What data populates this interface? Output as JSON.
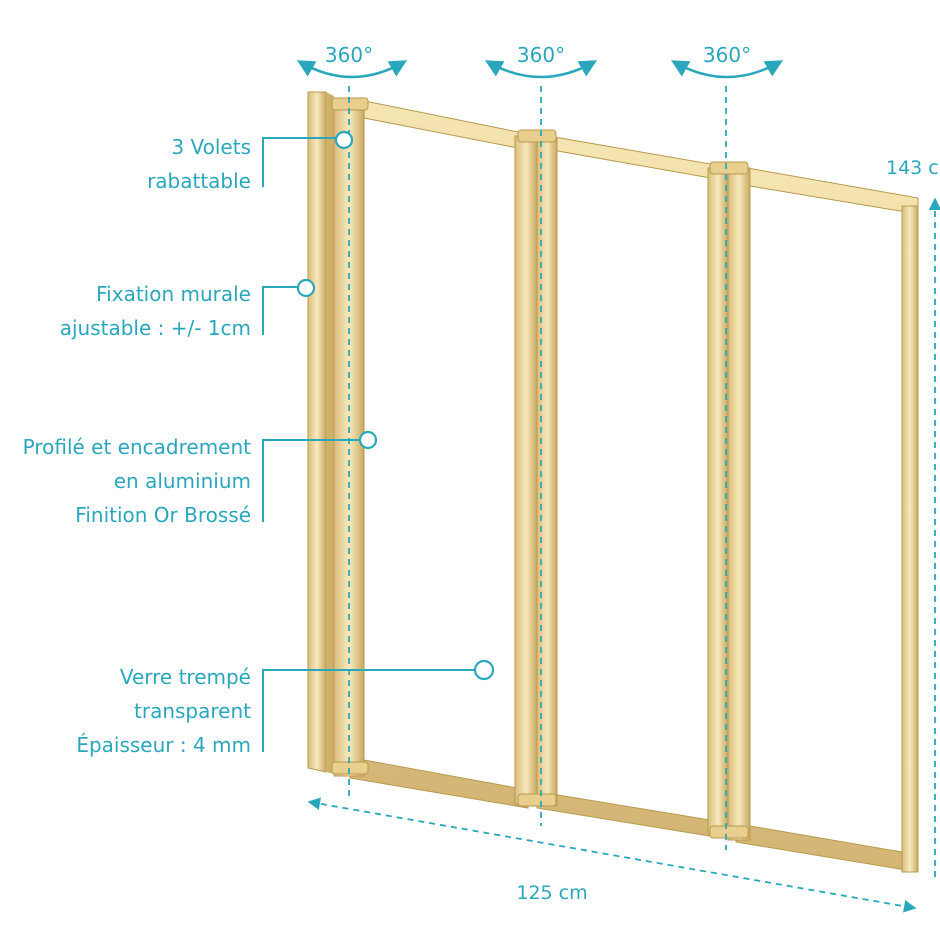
{
  "rotation_labels": [
    "360°",
    "360°",
    "360°"
  ],
  "height_label": "143 c",
  "width_label": "125 cm",
  "callouts": [
    {
      "lines": [
        "3 Volets",
        "rabattable"
      ]
    },
    {
      "lines": [
        "Fixation murale",
        "ajustable : +/- 1cm"
      ]
    },
    {
      "lines": [
        "Profilé et encadrement",
        "en aluminium",
        "Finition Or Brossé"
      ]
    },
    {
      "lines": [
        "Verre trempé",
        "transparent",
        "Épaisseur : 4 mm"
      ]
    }
  ],
  "colors": {
    "accent": "#2aa7bd",
    "gold_light": "#f4e4b0",
    "gold_mid": "#e2c98a",
    "gold_dark": "#c8ab66"
  }
}
